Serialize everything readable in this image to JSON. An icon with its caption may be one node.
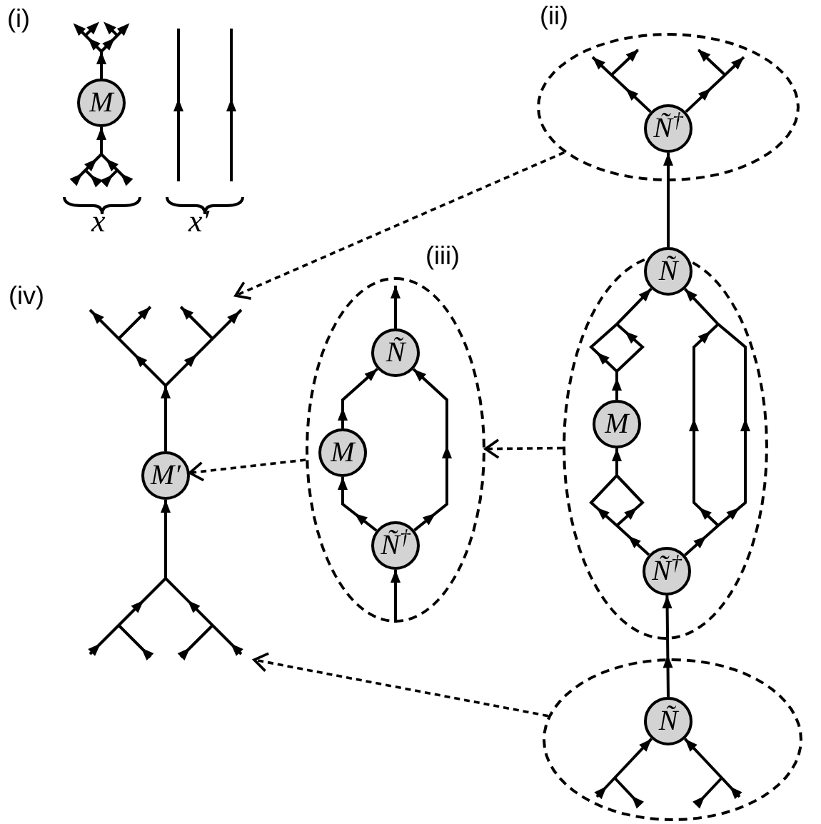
{
  "diagram": {
    "nodes": [
      {
        "text": [
          "M"
        ]
      },
      {
        "text": [],
        "shape": "ellipse"
      },
      {
        "text": [
          "Ñ$^{†}$"
        ],
        "in": 1
      },
      {
        "text": [],
        "shape": "ellipse"
      },
      {
        "text": [
          "Ñ"
        ],
        "in": 3
      },
      {
        "text": [
          "M"
        ],
        "in": 3
      },
      {
        "text": [
          "Ñ$^{†}$"
        ],
        "in": 3
      },
      {
        "text": [],
        "shape": "ellipse"
      },
      {
        "text": [
          "Ñ"
        ],
        "in": 7
      },
      {
        "text": [
          "M"
        ],
        "in": 7
      },
      {
        "text": [
          "Ñ$^{†}$"
        ],
        "in": 7
      },
      {
        "text": [
          "M′"
        ]
      },
      {
        "text": [],
        "shape": "ellipse"
      },
      {
        "text": [
          "Ñ"
        ],
        "in": 12
      }
    ],
    "edges": [
      {
        "from": null,
        "to": 0,
        "arrow": "to"
      },
      {
        "from": 0,
        "to": null,
        "arrow": "to"
      },
      {
        "from": 2,
        "to": null,
        "arrow": "to"
      },
      {
        "from": 2,
        "to": null,
        "arrow": "to"
      },
      {
        "from": 4,
        "to": 2,
        "arrow": "to"
      },
      {
        "from": 6,
        "to": 5,
        "arrow": "to"
      },
      {
        "from": 5,
        "to": 4,
        "arrow": "to"
      },
      {
        "from": 6,
        "to": 4,
        "arrow": "to"
      },
      {
        "from": 13,
        "to": 6,
        "arrow": "to"
      },
      {
        "from": null,
        "to": 13,
        "arrow": "to"
      },
      {
        "from": null,
        "to": 13,
        "arrow": "to"
      },
      {
        "from": null,
        "to": 10,
        "arrow": "to"
      },
      {
        "from": 10,
        "to": 9,
        "arrow": "to"
      },
      {
        "from": 9,
        "to": 8,
        "arrow": "to"
      },
      {
        "from": 10,
        "to": 8,
        "arrow": "to"
      },
      {
        "from": 8,
        "to": null,
        "arrow": "to"
      },
      {
        "from": null,
        "to": 11,
        "arrow": "to"
      },
      {
        "from": 11,
        "to": null,
        "arrow": "to"
      },
      {
        "from": 1,
        "to": null,
        "arrow": "to",
        "style": "dashed"
      },
      {
        "from": 3,
        "to": 7,
        "arrow": "to",
        "style": "dashed"
      },
      {
        "from": 7,
        "to": 11,
        "arrow": "to",
        "style": "dashed"
      },
      {
        "from": 12,
        "to": null,
        "arrow": "to",
        "style": "dashed"
      }
    ],
    "labels": [
      "(i)",
      "x",
      "x′",
      "(ii)",
      "(iii)",
      "(iv)"
    ]
  }
}
